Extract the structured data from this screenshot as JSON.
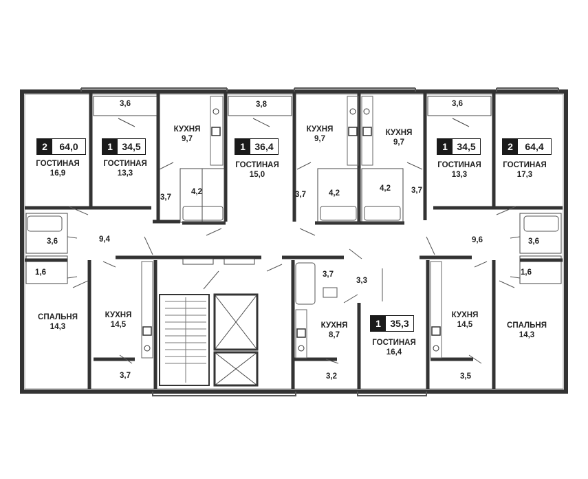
{
  "apartments": [
    {
      "rooms": "2",
      "area": "64,0"
    },
    {
      "rooms": "1",
      "area": "34,5"
    },
    {
      "rooms": "1",
      "area": "36,4"
    },
    {
      "rooms": "1",
      "area": "34,5"
    },
    {
      "rooms": "2",
      "area": "64,4"
    },
    {
      "rooms": "1",
      "area": "35,3"
    }
  ],
  "rooms": [
    {
      "name": "ГОСТИНАЯ",
      "area": "16,9"
    },
    {
      "name": "ГОСТИНАЯ",
      "area": "13,3"
    },
    {
      "name": "КУХНЯ",
      "area": "9,7"
    },
    {
      "name": "ГОСТИНАЯ",
      "area": "15,0"
    },
    {
      "name": "КУХНЯ",
      "area": "9,7"
    },
    {
      "name": "КУХНЯ",
      "area": "9,7"
    },
    {
      "name": "ГОСТИНАЯ",
      "area": "13,3"
    },
    {
      "name": "ГОСТИНАЯ",
      "area": "17,3"
    },
    {
      "name": "СПАЛЬНЯ",
      "area": "14,3"
    },
    {
      "name": "КУХНЯ",
      "area": "14,5"
    },
    {
      "name": "КУХНЯ",
      "area": "8,7"
    },
    {
      "name": "ГОСТИНАЯ",
      "area": "16,4"
    },
    {
      "name": "КУХНЯ",
      "area": "14,5"
    },
    {
      "name": "СПАЛЬНЯ",
      "area": "14,3"
    }
  ],
  "small_areas": [
    "3,6",
    "3,8",
    "3,6",
    "3,7",
    "4,2",
    "3,7",
    "4,2",
    "4,2",
    "3,7",
    "3,6",
    "9,4",
    "9,6",
    "3,6",
    "1,6",
    "1,6",
    "3,7",
    "3,3",
    "3,7",
    "3,2",
    "3,5"
  ]
}
